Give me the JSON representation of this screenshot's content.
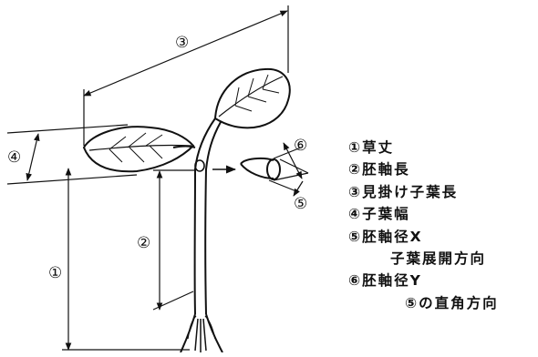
{
  "diagram": {
    "callout_labels": [
      "①",
      "②",
      "③",
      "④",
      "⑤",
      "⑥"
    ],
    "legend": [
      "①草丈",
      "②胚軸長",
      "③見掛け子葉長",
      "④子葉幅",
      "⑤胚軸径X",
      "子葉展開方向",
      "⑥胚軸径Y",
      "⑤の直角方向"
    ]
  }
}
